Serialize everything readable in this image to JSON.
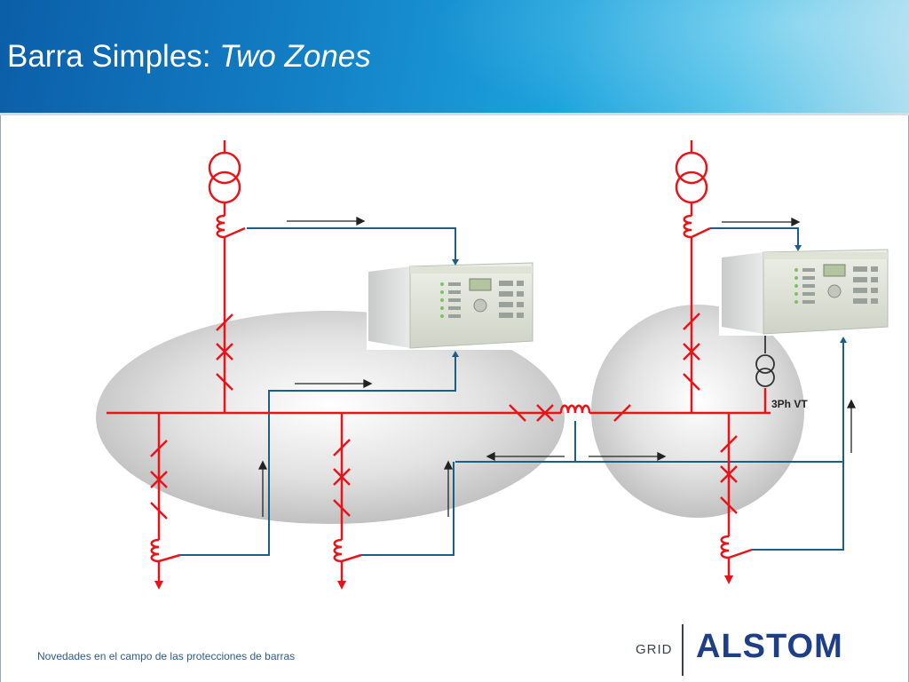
{
  "slide": {
    "title_main": "Barra Simples: ",
    "title_italic": "Two Zones",
    "footer": "Novedades en el campo de las protecciones de barras",
    "logo_grid": "GRID",
    "logo_brand": "ALSTOM"
  },
  "diagram": {
    "vt_label": "3Ph VT",
    "zones": [
      "zone-1",
      "zone-2"
    ],
    "relays": [
      "relay-zone-1",
      "relay-zone-2"
    ]
  },
  "colors": {
    "primary_circuit": "#e8141a",
    "secondary_wiring": "#1b5e86",
    "zone_fill": "#c8c8c8",
    "header_blue": "#1380c6",
    "logo_blue": "#1e3f86"
  }
}
